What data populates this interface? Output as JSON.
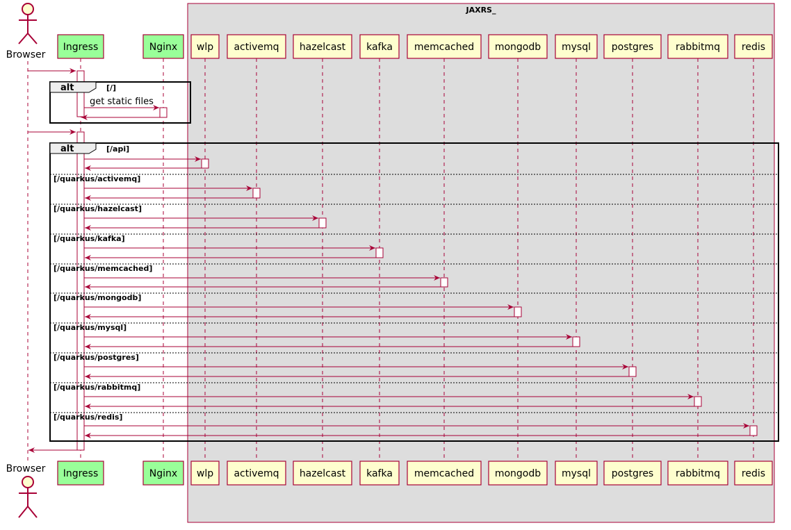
{
  "browser": {
    "label": "Browser"
  },
  "participants": {
    "ingress": "Ingress",
    "nginx": "Nginx",
    "wlp": "wlp",
    "activemq": "activemq",
    "hazelcast": "hazelcast",
    "kafka": "kafka",
    "memcached": "memcached",
    "mongodb": "mongodb",
    "mysql": "mysql",
    "postgres": "postgres",
    "rabbitmq": "rabbitmq",
    "redis": "redis"
  },
  "box": {
    "title": "JAXRS_",
    "color": "#dddddd"
  },
  "alt1": {
    "keyword": "alt",
    "guard": "[/]",
    "message": "get static files"
  },
  "alt2": {
    "keyword": "alt",
    "guards": [
      "[/api]",
      "[/quarkus/activemq]",
      "[/quarkus/hazelcast]",
      "[/quarkus/kafka]",
      "[/quarkus/memcached]",
      "[/quarkus/mongodb]",
      "[/quarkus/mysql]",
      "[/quarkus/postgres]",
      "[/quarkus/rabbitmq]",
      "[/quarkus/redis]"
    ]
  },
  "colors": {
    "arrow": "#a80036",
    "green_participant": "#99ff99",
    "service_participant": "#fefece"
  }
}
